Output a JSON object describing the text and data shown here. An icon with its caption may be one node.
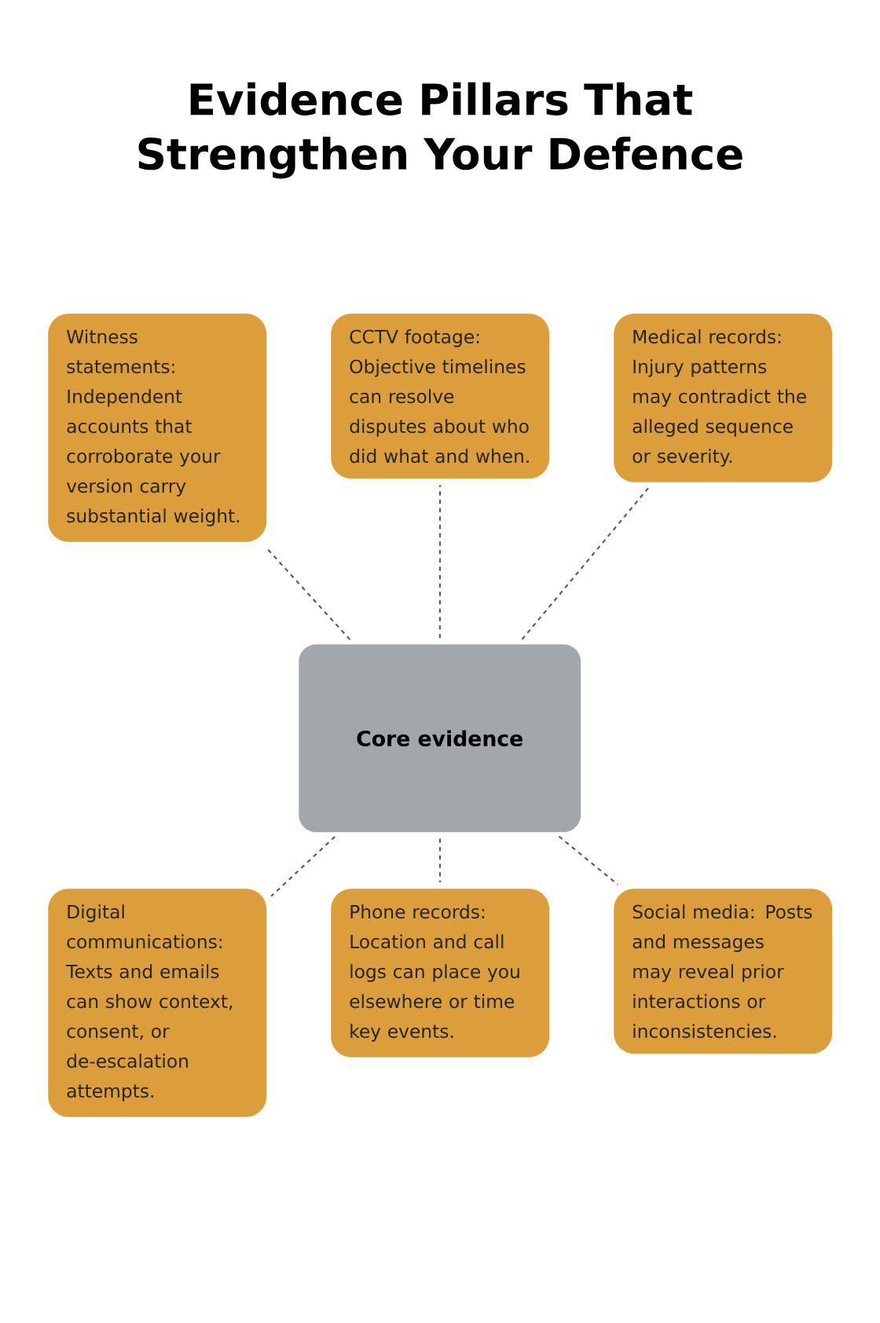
{
  "diagram": {
    "title": "Evidence Pillars That Strengthen Your Defence",
    "nodes": [
      {
        "text": [
          "Witness statements: Independent accounts that corroborate your version carry substantial weight."
        ]
      },
      {
        "text": [
          "CCTV footage: Objective timelines can resolve disputes about who did what and when."
        ]
      },
      {
        "text": [
          "Medical records: Injury patterns may contradict the alleged sequence or severity."
        ]
      },
      {
        "text": [
          "Core evidence"
        ]
      },
      {
        "text": [
          "Digital communications: Texts and emails can show context, consent, or de-escalation attempts."
        ]
      },
      {
        "text": [
          "Phone records: Location and call logs can place you elsewhere or time key events."
        ]
      },
      {
        "text": [
          "Social media: Posts and messages may reveal prior interactions or inconsistencies."
        ]
      }
    ],
    "edges": [
      {
        "from": 3,
        "to": 0,
        "arrow": "none",
        "style": "dashed"
      },
      {
        "from": 3,
        "to": 1,
        "arrow": "none",
        "style": "dashed"
      },
      {
        "from": 3,
        "to": 2,
        "arrow": "none",
        "style": "dashed"
      },
      {
        "from": 3,
        "to": 4,
        "arrow": "none",
        "style": "dashed"
      },
      {
        "from": 3,
        "to": 5,
        "arrow": "none",
        "style": "dashed"
      },
      {
        "from": 3,
        "to": 6,
        "arrow": "none",
        "style": "dashed"
      }
    ]
  }
}
